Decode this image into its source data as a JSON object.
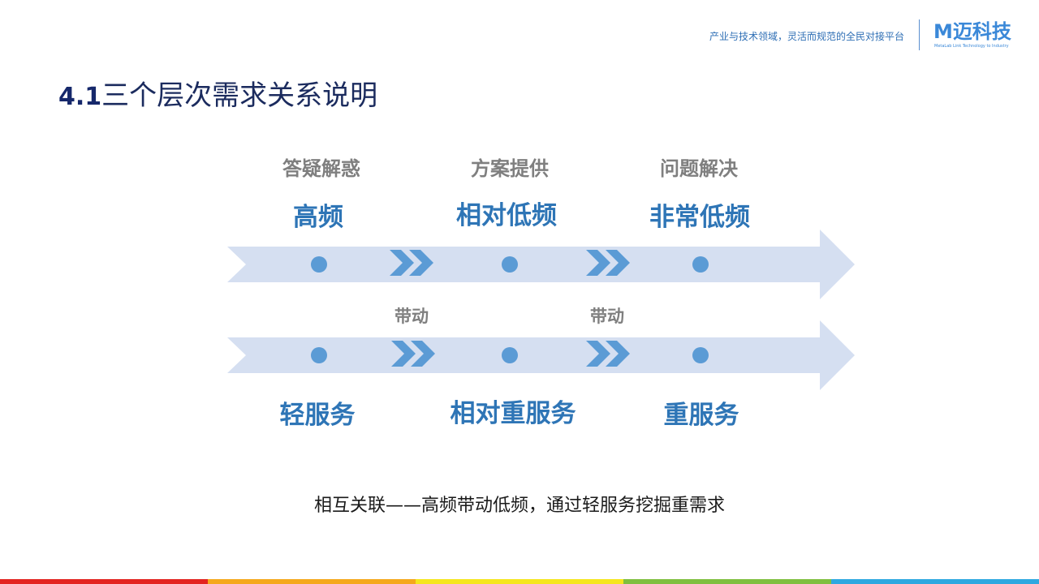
{
  "header": {
    "tagline": "产业与技术领域，灵活而规范的全民对接平台",
    "logo_main": "M迈科技",
    "logo_sub": "MetaLab  Link Technology to Industry"
  },
  "title": {
    "number": "4.1",
    "text": "三个层次需求关系说明"
  },
  "stages": [
    {
      "type": "答疑解惑",
      "frequency": "高频",
      "service": "轻服务"
    },
    {
      "type": "方案提供",
      "frequency": "相对低频",
      "service": "相对重服务"
    },
    {
      "type": "问题解决",
      "frequency": "非常低频",
      "service": "重服务"
    }
  ],
  "connector_labels": [
    "带动",
    "带动"
  ],
  "summary": "相互关联——高频带动低频，通过轻服务挖掘重需求",
  "colors": {
    "arrow_fill": "#d5dff1",
    "dot": "#5b9bd5",
    "chevron": "#5b9bd5",
    "accent_blue": "#2e75b6",
    "label_gray": "#7f7f7f",
    "footer": [
      "#e32420",
      "#f5a81c",
      "#f5e61e",
      "#7fbf3f",
      "#2ea8e0"
    ]
  }
}
